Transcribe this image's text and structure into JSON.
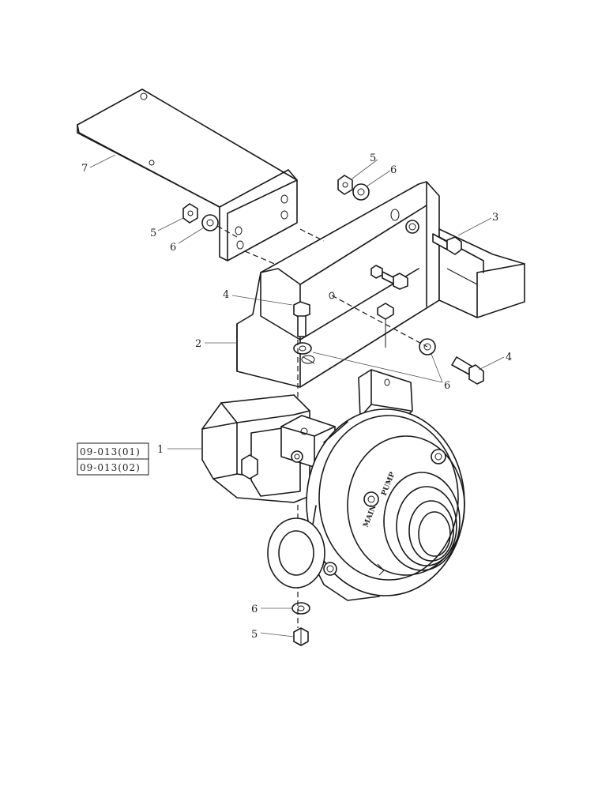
{
  "callouts": {
    "c1": "1",
    "c2": "2",
    "c3": "3",
    "c4_left": "4",
    "c4_right": "4",
    "c5_top": "5",
    "c5_left": "5",
    "c5_bottom": "5",
    "c6_top": "6",
    "c6_left": "6",
    "c6_mid": "6",
    "c6_bottom": "6",
    "c7": "7"
  },
  "references": [
    "09-013(01)",
    "09-013(02)"
  ],
  "pump_lettering": [
    "MAIN",
    "PUMP"
  ],
  "colors": {
    "line": "#1a1a1a",
    "leader": "#555555",
    "background": "#ffffff"
  }
}
